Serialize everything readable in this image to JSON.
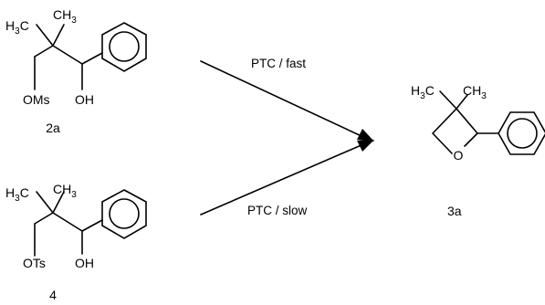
{
  "compounds": [
    {
      "id": "2a",
      "label": "2a",
      "methyl_left": "H3C",
      "methyl_right": "CH3",
      "leaving_group": "OMs",
      "hydroxyl": "OH"
    },
    {
      "id": "4",
      "label": "4",
      "methyl_left": "H3C",
      "methyl_right": "CH3",
      "leaving_group": "OTs",
      "hydroxyl": "OH"
    },
    {
      "id": "3a",
      "label": "3a",
      "methyl_left": "H3C",
      "methyl_right": "CH3",
      "ring_oxygen": "O"
    }
  ],
  "reactions": [
    {
      "from": "2a",
      "to": "3a",
      "condition": "PTC / fast"
    },
    {
      "from": "4",
      "to": "3a",
      "condition": "PTC / slow"
    }
  ],
  "colors": {
    "ink": "#000000",
    "background": "#ffffff"
  }
}
